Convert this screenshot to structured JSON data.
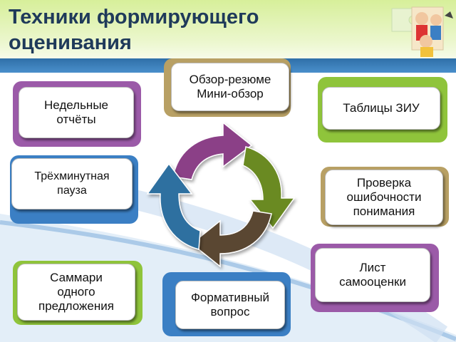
{
  "title": "Техники формирующего оценивания",
  "items": [
    {
      "label": "Обзор-резюме\nМини-обзор",
      "color": "#b8a064"
    },
    {
      "label": "Недельные\nотчёты",
      "color": "#9b5aa8"
    },
    {
      "label": "Таблицы ЗИУ",
      "color": "#8fc43b"
    },
    {
      "label": "Трёхминутная\nпауза",
      "color": "#3b7fc4"
    },
    {
      "label": "Проверка\nошибочности\nпонимания",
      "color": "#b8a064"
    },
    {
      "label": "Лист\nсамооценки",
      "color": "#9b5aa8"
    },
    {
      "label": "Саммари\nодного\nпредложения",
      "color": "#8fc43b"
    },
    {
      "label": "Формативный\nвопрос",
      "color": "#3b7fc4"
    }
  ],
  "cycle_colors": [
    "#8b3f87",
    "#6b8a24",
    "#5a4630",
    "#2f6fa0"
  ],
  "decoration_icon": "puzzle-children-icon"
}
